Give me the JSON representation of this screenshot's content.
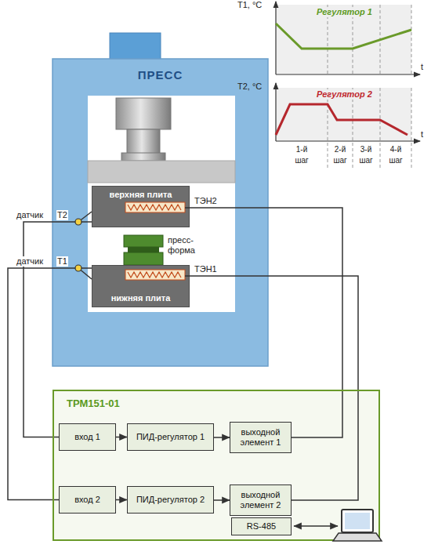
{
  "diagram": {
    "nodes": [
      {
        "text": [
          "ПРЕСС"
        ]
      },
      {
        "text": [
          "верхняя плита"
        ],
        "in": 0
      },
      {
        "text": [
          "нижняя плита"
        ],
        "in": 0
      },
      {
        "text": [
          "ТРМ151-01"
        ]
      },
      {
        "text": [
          "вход 1"
        ],
        "in": 3
      },
      {
        "text": [
          "ПИД-регулятор 1"
        ],
        "in": 3
      },
      {
        "text": [
          "выходной элемент 1"
        ],
        "in": 3
      },
      {
        "text": [
          "вход 2"
        ],
        "in": 3
      },
      {
        "text": [
          "ПИД-регулятор 2"
        ],
        "in": 3
      },
      {
        "text": [
          "выходной элемент 2"
        ],
        "in": 3
      },
      {
        "text": [
          "RS-485"
        ],
        "in": 3
      }
    ],
    "edges": [
      {
        "from": 4,
        "to": 5,
        "arrow": "to"
      },
      {
        "from": 5,
        "to": 6,
        "arrow": "to"
      },
      {
        "from": 7,
        "to": 8,
        "arrow": "to"
      },
      {
        "from": 8,
        "to": 9,
        "arrow": "to"
      },
      {
        "from": 1,
        "to": 4,
        "arrow": "none"
      },
      {
        "from": 2,
        "to": 7,
        "arrow": "none"
      },
      {
        "from": 6,
        "to": 1,
        "arrow": "none"
      },
      {
        "from": 9,
        "to": 2,
        "arrow": "none"
      }
    ],
    "labels": [
      "T1, °C",
      "Регулятор 1",
      "t",
      "T2, °C",
      "Регулятор 2",
      "t",
      "1-й шаг",
      "2-й шаг",
      "3-й шаг",
      "4-й шаг",
      "ТЭН2",
      "датчик",
      "T2",
      "пресс-форма",
      "датчик",
      "T1",
      "ТЭН1"
    ]
  }
}
